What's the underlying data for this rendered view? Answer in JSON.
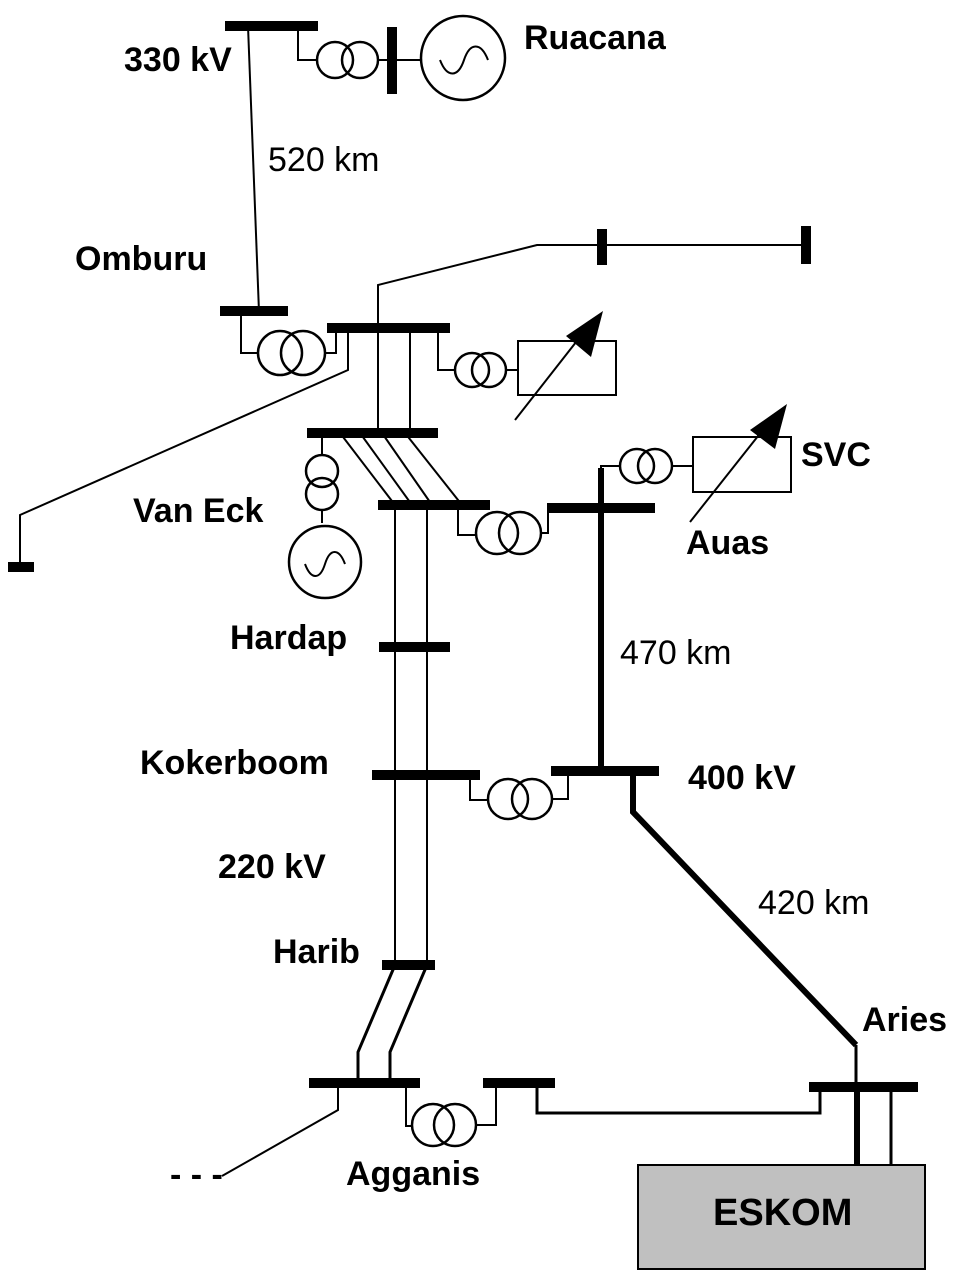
{
  "diagram": {
    "labels": {
      "v330": "330 kV",
      "ruacana": "Ruacana",
      "len520": "520 km",
      "omburu": "Omburu",
      "svc": "SVC",
      "vaneck": "Van Eck",
      "auas": "Auas",
      "hardap": "Hardap",
      "len470": "470 km",
      "kokerboom": "Kokerboom",
      "v400": "400 kV",
      "v220": "220 kV",
      "len420": "420 km",
      "harib": "Harib",
      "aries": "Aries",
      "dashes": "- - -",
      "agganis": "Agganis",
      "eskom": "ESKOM"
    },
    "colors": {
      "line": "#000000",
      "eskom_fill": "#c0c0c0",
      "background": "#ffffff"
    }
  }
}
